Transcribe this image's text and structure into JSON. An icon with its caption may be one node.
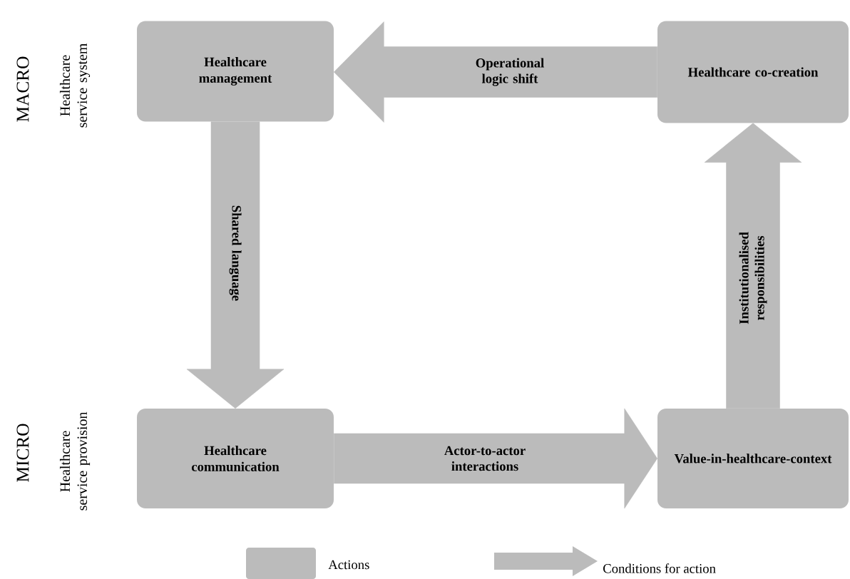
{
  "diagram": {
    "nodes": [
      {
        "text": [
          "Healthcare management"
        ]
      },
      {
        "text": [
          "Healthcare co-creation"
        ]
      },
      {
        "text": [
          "Healthcare communication"
        ]
      },
      {
        "text": [
          "Value-in-healthcare-context"
        ]
      }
    ],
    "edges": [
      {
        "from": 1,
        "to": 0,
        "arrow": "to",
        "label": "Operational logic shift"
      },
      {
        "from": 0,
        "to": 2,
        "arrow": "to",
        "label": "Shared language"
      },
      {
        "from": 2,
        "to": 3,
        "arrow": "to",
        "label": "Actor-to-actor interactions"
      },
      {
        "from": 3,
        "to": 1,
        "arrow": "to",
        "label": "Institutionalised responsibilities"
      }
    ],
    "labels": [
      "MACRO",
      "Healthcare service system",
      "MICRO",
      "Healthcare service provision"
    ],
    "legend": [
      {
        "text": "Actions",
        "color": "#bbbbbb"
      },
      {
        "text": "Conditions for action"
      }
    ]
  }
}
